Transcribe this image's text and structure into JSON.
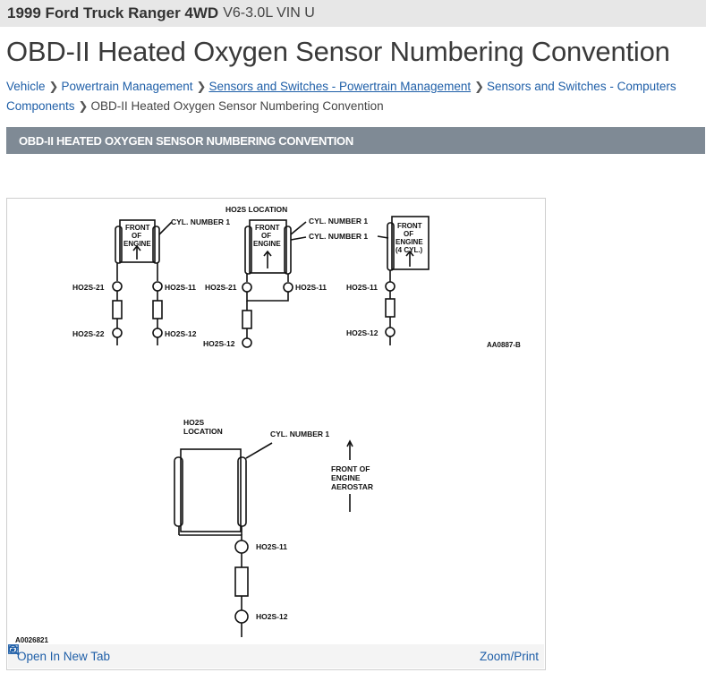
{
  "header": {
    "vehicle": "1999 Ford Truck Ranger 4WD",
    "engine": "V6-3.0L VIN U"
  },
  "page": {
    "title": "OBD-II Heated Oxygen Sensor Numbering Convention"
  },
  "breadcrumb": {
    "items": [
      {
        "label": "Vehicle"
      },
      {
        "label": "Powertrain Management"
      },
      {
        "label": "Sensors and Switches - Powertrain Management"
      },
      {
        "label": "Sensors and Switches - Computers"
      },
      {
        "label": "Components"
      }
    ],
    "current": "OBD-II Heated Oxygen Sensor Numbering Convention"
  },
  "section": {
    "heading": "OBD-II HEATED OXYGEN SENSOR NUMBERING CONVENTION"
  },
  "figure": {
    "top_title": "HO2S LOCATION",
    "front_of_engine": [
      "FRONT",
      "OF",
      "ENGINE"
    ],
    "front_of_engine_4cyl": [
      "FRONT",
      "OF",
      "ENGINE",
      "(4 CYL.)"
    ],
    "cyl_number_1": "CYL. NUMBER 1",
    "labels": {
      "ho2s_21": "HO2S-21",
      "ho2s_11": "HO2S-11",
      "ho2s_22": "HO2S-22",
      "ho2s_12": "HO2S-12"
    },
    "top_code": "AA0887-B",
    "bottom_location": [
      "HO2S",
      "LOCATION"
    ],
    "aerostar": [
      "FRONT OF",
      "ENGINE",
      "AEROSTAR"
    ],
    "bottom_code": "A0026821",
    "toolbar": {
      "open_new_tab": "Open In New Tab",
      "zoom_print": "Zoom/Print"
    },
    "icons": {
      "open": "open-new-tab-icon",
      "zoom": "zoom-icon"
    }
  },
  "colors": {
    "link": "#1f5fa8",
    "section_bar": "#7f8a95",
    "topbar": "#e7e7e7"
  }
}
